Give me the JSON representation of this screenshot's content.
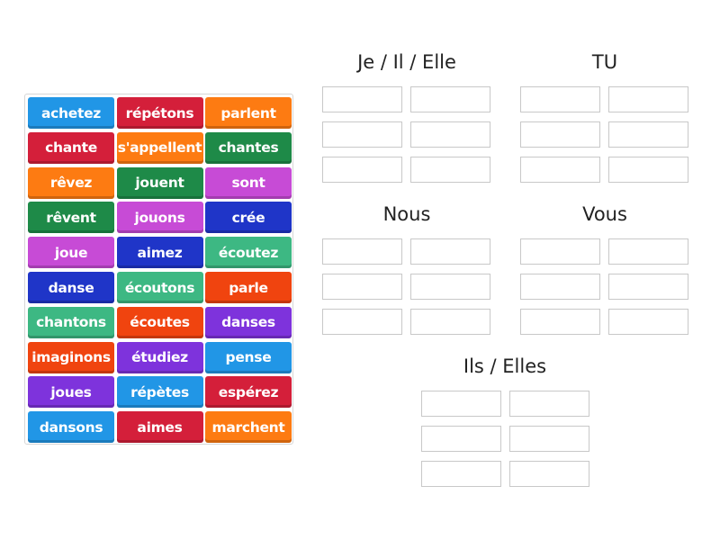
{
  "colors": {
    "blue": "#2196e6",
    "red": "#d41f3a",
    "orange": "#fd7b12",
    "green": "#1e8a48",
    "magenta": "#c74bd6",
    "navy": "#1f35c8",
    "teal": "#3db883",
    "redorange": "#f0440f",
    "purple": "#7e33dc"
  },
  "tiles": [
    {
      "label": "achetez",
      "color": "blue"
    },
    {
      "label": "répétons",
      "color": "red"
    },
    {
      "label": "parlent",
      "color": "orange"
    },
    {
      "label": "chante",
      "color": "red"
    },
    {
      "label": "s'appellent",
      "color": "orange"
    },
    {
      "label": "chantes",
      "color": "green"
    },
    {
      "label": "rêvez",
      "color": "orange"
    },
    {
      "label": "jouent",
      "color": "green"
    },
    {
      "label": "sont",
      "color": "magenta"
    },
    {
      "label": "rêvent",
      "color": "green"
    },
    {
      "label": "jouons",
      "color": "magenta"
    },
    {
      "label": "crée",
      "color": "navy"
    },
    {
      "label": "joue",
      "color": "magenta"
    },
    {
      "label": "aimez",
      "color": "navy"
    },
    {
      "label": "écoutez",
      "color": "teal"
    },
    {
      "label": "danse",
      "color": "navy"
    },
    {
      "label": "écoutons",
      "color": "teal"
    },
    {
      "label": "parle",
      "color": "redorange"
    },
    {
      "label": "chantons",
      "color": "teal"
    },
    {
      "label": "écoutes",
      "color": "redorange"
    },
    {
      "label": "danses",
      "color": "purple"
    },
    {
      "label": "imaginons",
      "color": "redorange"
    },
    {
      "label": "étudiez",
      "color": "purple"
    },
    {
      "label": "pense",
      "color": "blue"
    },
    {
      "label": "joues",
      "color": "purple"
    },
    {
      "label": "répètes",
      "color": "blue"
    },
    {
      "label": "espérez",
      "color": "red"
    },
    {
      "label": "dansons",
      "color": "blue"
    },
    {
      "label": "aimes",
      "color": "red"
    },
    {
      "label": "marchent",
      "color": "orange"
    }
  ],
  "groups": [
    {
      "title": "Je / Il / Elle"
    },
    {
      "title": "TU"
    },
    {
      "title": "Nous"
    },
    {
      "title": "Vous"
    },
    {
      "title": "Ils / Elles"
    }
  ]
}
